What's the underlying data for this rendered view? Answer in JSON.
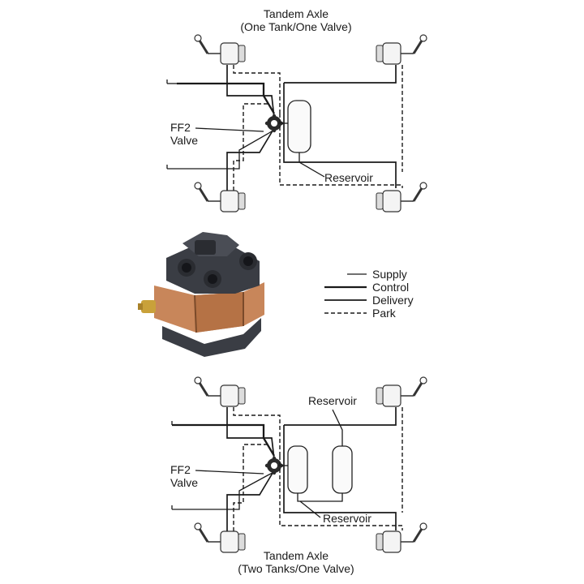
{
  "top_diagram": {
    "title_line1": "Tandem Axle",
    "title_line2": "(One Tank/One Valve)",
    "valve_label_line1": "FF2",
    "valve_label_line2": "Valve",
    "reservoir_label": "Reservoir"
  },
  "legend": {
    "items": [
      {
        "label": "Supply",
        "style": "thin-solid"
      },
      {
        "label": "Control",
        "style": "thick-solid"
      },
      {
        "label": "Delivery",
        "style": "medium-solid"
      },
      {
        "label": "Park",
        "style": "dashed"
      }
    ]
  },
  "product_photo": {
    "icon": "ff2-valve-photo",
    "colors": {
      "body": "#3a3d44",
      "band": "#c8865a",
      "fitting": "#c9a13a"
    }
  },
  "bottom_diagram": {
    "title_line1": "Tandem Axle",
    "title_line2": "(Two Tanks/One Valve)",
    "valve_label_line1": "FF2",
    "valve_label_line2": "Valve",
    "reservoir_label_top": "Reservoir",
    "reservoir_label_bottom": "Reservoir"
  }
}
